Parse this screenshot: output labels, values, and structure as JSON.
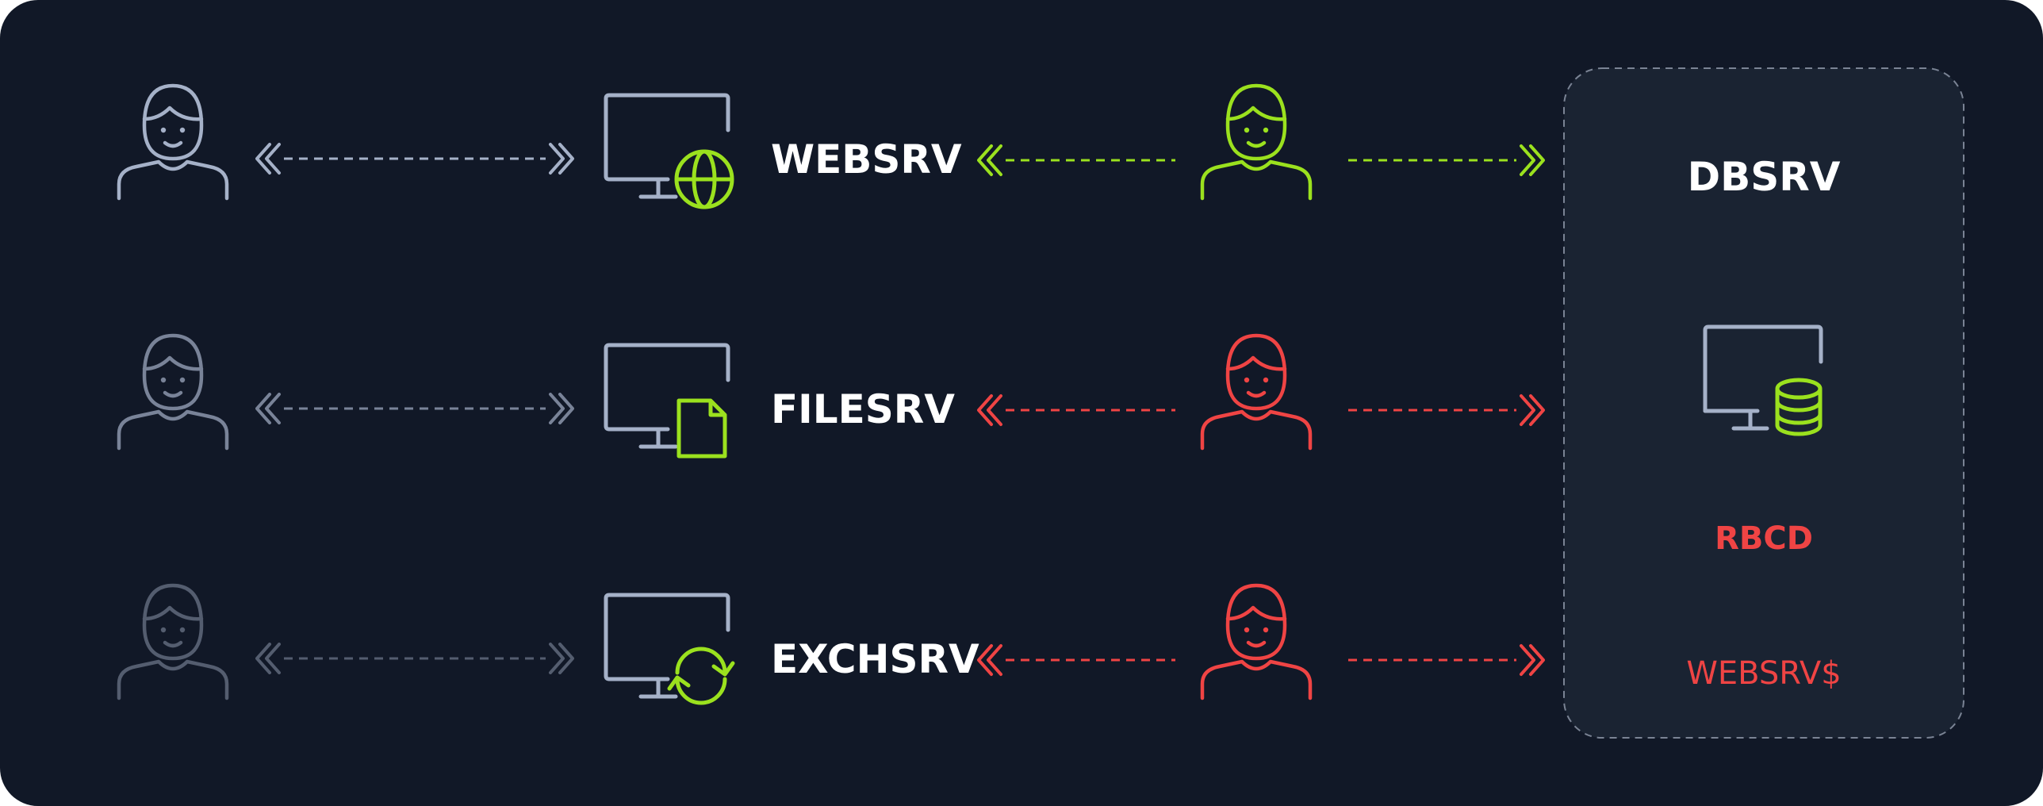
{
  "colors": {
    "background": "#111827",
    "panel": "#1a2332",
    "panel_border": "#7a8394",
    "slate": "#a5b1c8",
    "green": "#9be11e",
    "red": "#ef4444",
    "white": "#ffffff"
  },
  "rows": [
    {
      "server": "WEBSRV",
      "server_icon": "globe-icon",
      "user_color": "slate",
      "user_opacity": 1.0,
      "attacker_color": "green"
    },
    {
      "server": "FILESRV",
      "server_icon": "file-icon",
      "user_color": "slate",
      "user_opacity": 0.7,
      "attacker_color": "red"
    },
    {
      "server": "EXCHSRV",
      "server_icon": "sync-icon",
      "user_color": "slate",
      "user_opacity": 0.45,
      "attacker_color": "red"
    }
  ],
  "target": {
    "title": "DBSRV",
    "icon": "database-icon",
    "attack_label": "RBCD",
    "account_label": "WEBSRV$"
  }
}
